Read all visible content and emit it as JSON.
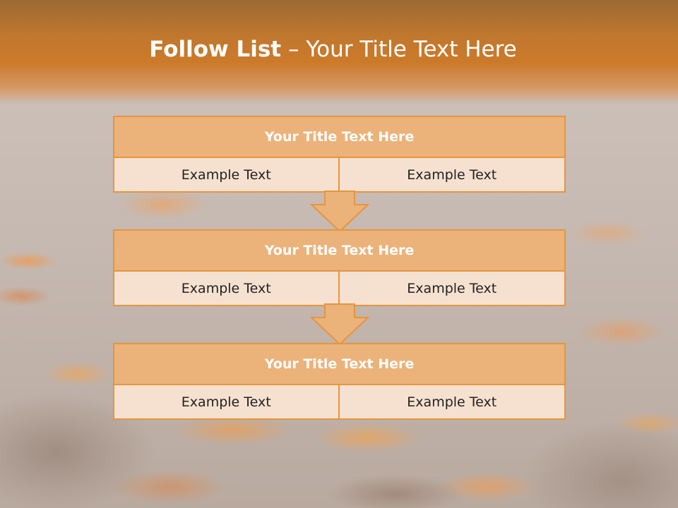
{
  "slide": {
    "title_bold": "Follow List",
    "title_rest": " – Your Title Text Here"
  },
  "blocks": [
    {
      "title": "Your Title Text Here",
      "cells": [
        "Example Text",
        "Example Text"
      ]
    },
    {
      "title": "Your Title Text Here",
      "cells": [
        "Example Text",
        "Example Text"
      ]
    },
    {
      "title": "Your Title Text Here",
      "cells": [
        "Example Text",
        "Example Text"
      ]
    }
  ],
  "colors": {
    "header": "#cc7a2a",
    "block_title_fill": "#ebb27a",
    "block_cell_fill": "#f6e1d0",
    "border": "#e6953e"
  }
}
